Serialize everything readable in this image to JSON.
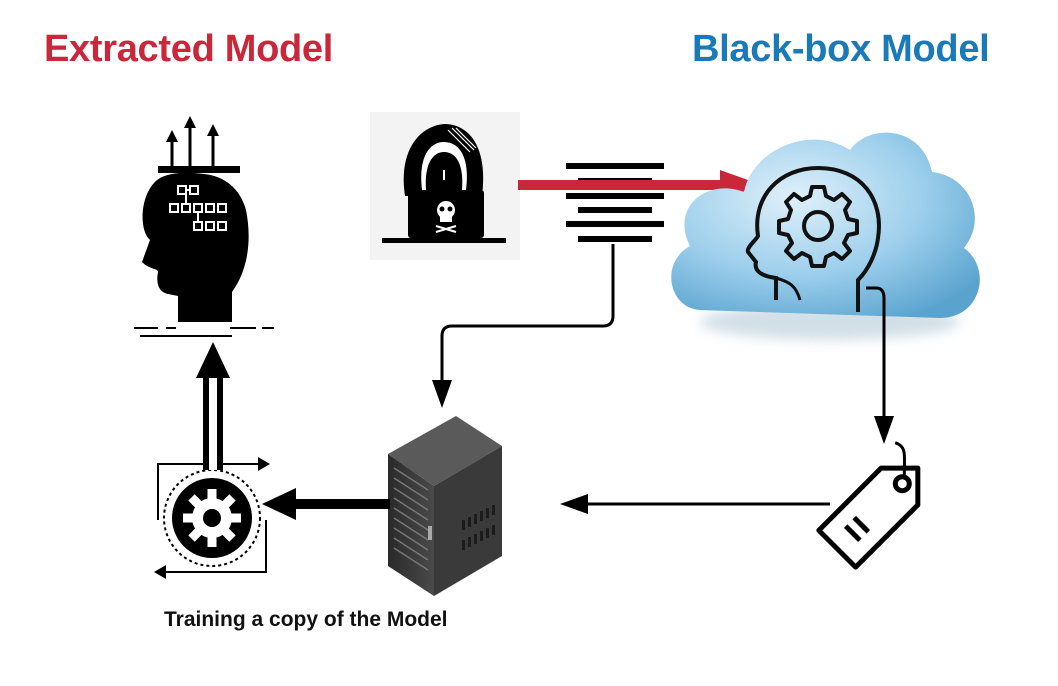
{
  "titles": {
    "extracted": "Extracted Model",
    "blackbox": "Black-box Model"
  },
  "caption": "Training a copy of the Model",
  "colors": {
    "extracted": "#c8283a",
    "blackbox": "#1a7ab8",
    "attack_arrow": "#c8283a",
    "cloud": "#8cc5e6"
  },
  "icons": [
    "extracted-model-head-icon",
    "hacker-icon",
    "query-stack-icon",
    "cloud-model-icon",
    "server-icon",
    "label-tag-icon",
    "training-gear-icon"
  ]
}
